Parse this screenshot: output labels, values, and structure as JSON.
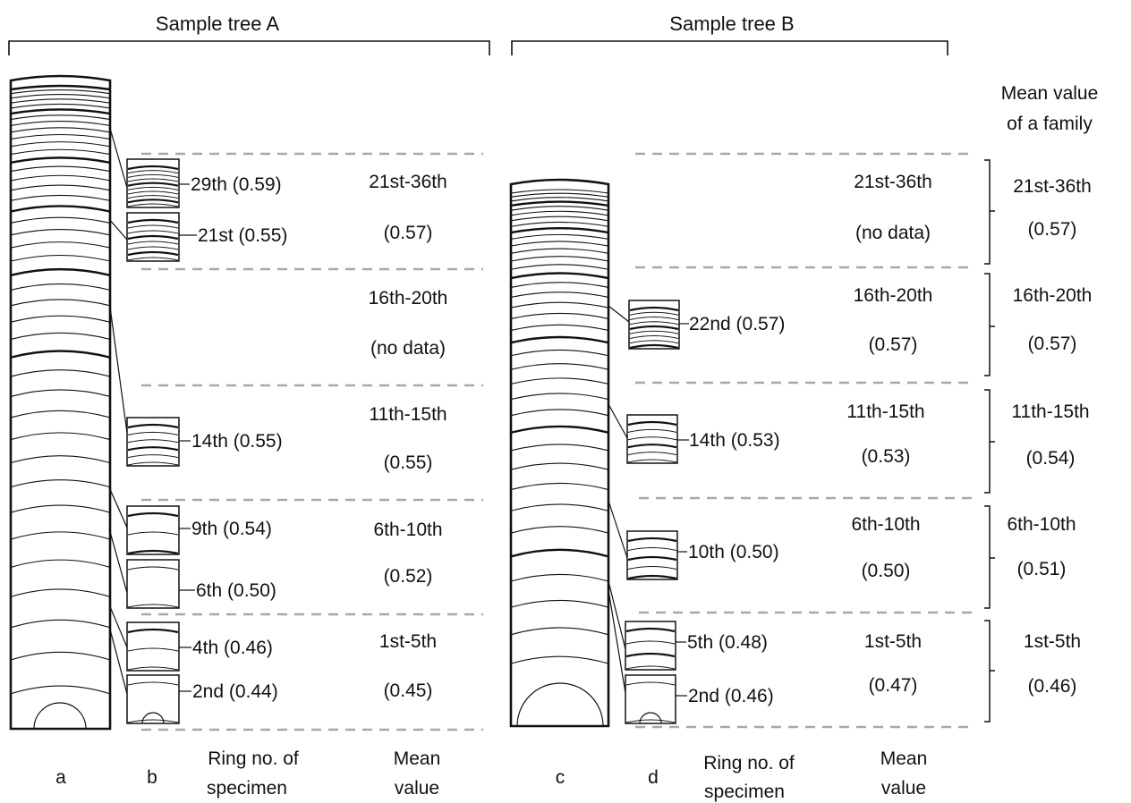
{
  "titles": {
    "tree_a": "Sample tree A",
    "tree_b": "Sample tree B"
  },
  "family_header": {
    "line1": "Mean value",
    "line2": "of a family"
  },
  "bottom_labels": {
    "a": "a",
    "b": "b",
    "c": "c",
    "d": "d",
    "ring_no_1": "Ring no. of",
    "ring_no_2": "specimen",
    "mean_1": "Mean",
    "mean_2": "value"
  },
  "tree_a": {
    "specimens": [
      {
        "label": "29th (0.59)"
      },
      {
        "label": "21st (0.55)"
      },
      {
        "label": "14th (0.55)"
      },
      {
        "label": "9th (0.54)"
      },
      {
        "label": "6th (0.50)"
      },
      {
        "label": "4th (0.46)"
      },
      {
        "label": "2nd (0.44)"
      }
    ],
    "groups": [
      {
        "range": "21st-36th",
        "value": "(0.57)"
      },
      {
        "range": "16th-20th",
        "value": "(no data)"
      },
      {
        "range": "11th-15th",
        "value": "(0.55)"
      },
      {
        "range": "6th-10th",
        "value": "(0.52)"
      },
      {
        "range": "1st-5th",
        "value": "(0.45)"
      }
    ]
  },
  "tree_b": {
    "specimens": [
      {
        "label": "22nd (0.57)"
      },
      {
        "label": "14th (0.53)"
      },
      {
        "label": "10th (0.50)"
      },
      {
        "label": "5th (0.48)"
      },
      {
        "label": "2nd (0.46)"
      }
    ],
    "groups": [
      {
        "range": "21st-36th",
        "value": "(no data)"
      },
      {
        "range": "16th-20th",
        "value": "(0.57)"
      },
      {
        "range": "11th-15th",
        "value": "(0.53)"
      },
      {
        "range": "6th-10th",
        "value": "(0.50)"
      },
      {
        "range": "1st-5th",
        "value": "(0.47)"
      }
    ]
  },
  "family": [
    {
      "range": "21st-36th",
      "value": "(0.57)"
    },
    {
      "range": "16th-20th",
      "value": "(0.57)"
    },
    {
      "range": "11th-15th",
      "value": "(0.54)"
    },
    {
      "range": "6th-10th",
      "value": "(0.51)"
    },
    {
      "range": "1st-5th",
      "value": "(0.46)"
    }
  ]
}
